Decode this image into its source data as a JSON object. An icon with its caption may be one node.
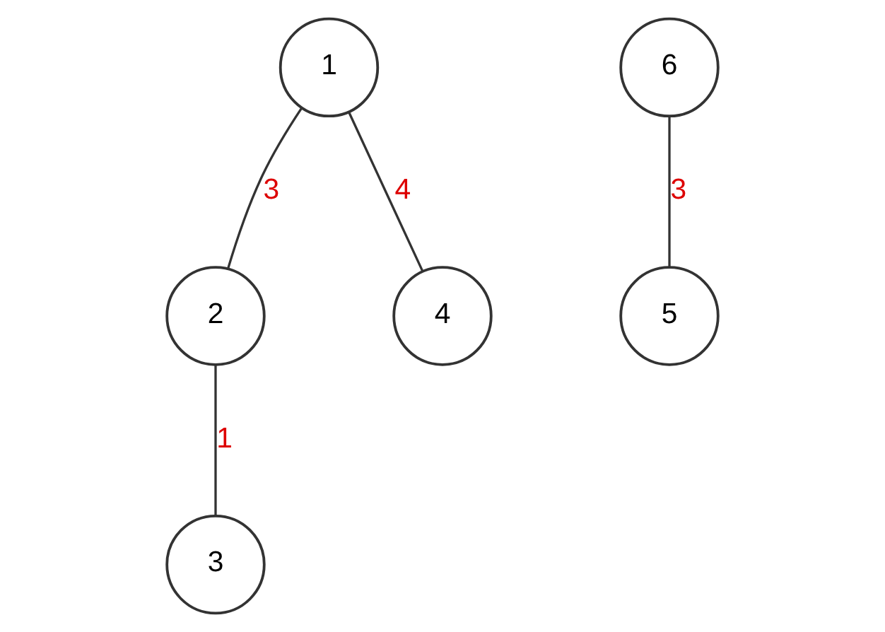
{
  "diagram": {
    "nodes": [
      {
        "text": [
          "1"
        ]
      },
      {
        "text": [
          "2"
        ]
      },
      {
        "text": [
          "3"
        ]
      },
      {
        "text": [
          "4"
        ]
      },
      {
        "text": [
          "5"
        ]
      },
      {
        "text": [
          "6"
        ]
      }
    ],
    "edges": [
      {
        "from": 0,
        "to": 1,
        "arrow": "none",
        "label": "3"
      },
      {
        "from": 1,
        "to": 2,
        "arrow": "none",
        "label": "1"
      },
      {
        "from": 0,
        "to": 3,
        "arrow": "none",
        "label": "4"
      },
      {
        "from": 5,
        "to": 4,
        "arrow": "none",
        "label": "3"
      }
    ]
  }
}
